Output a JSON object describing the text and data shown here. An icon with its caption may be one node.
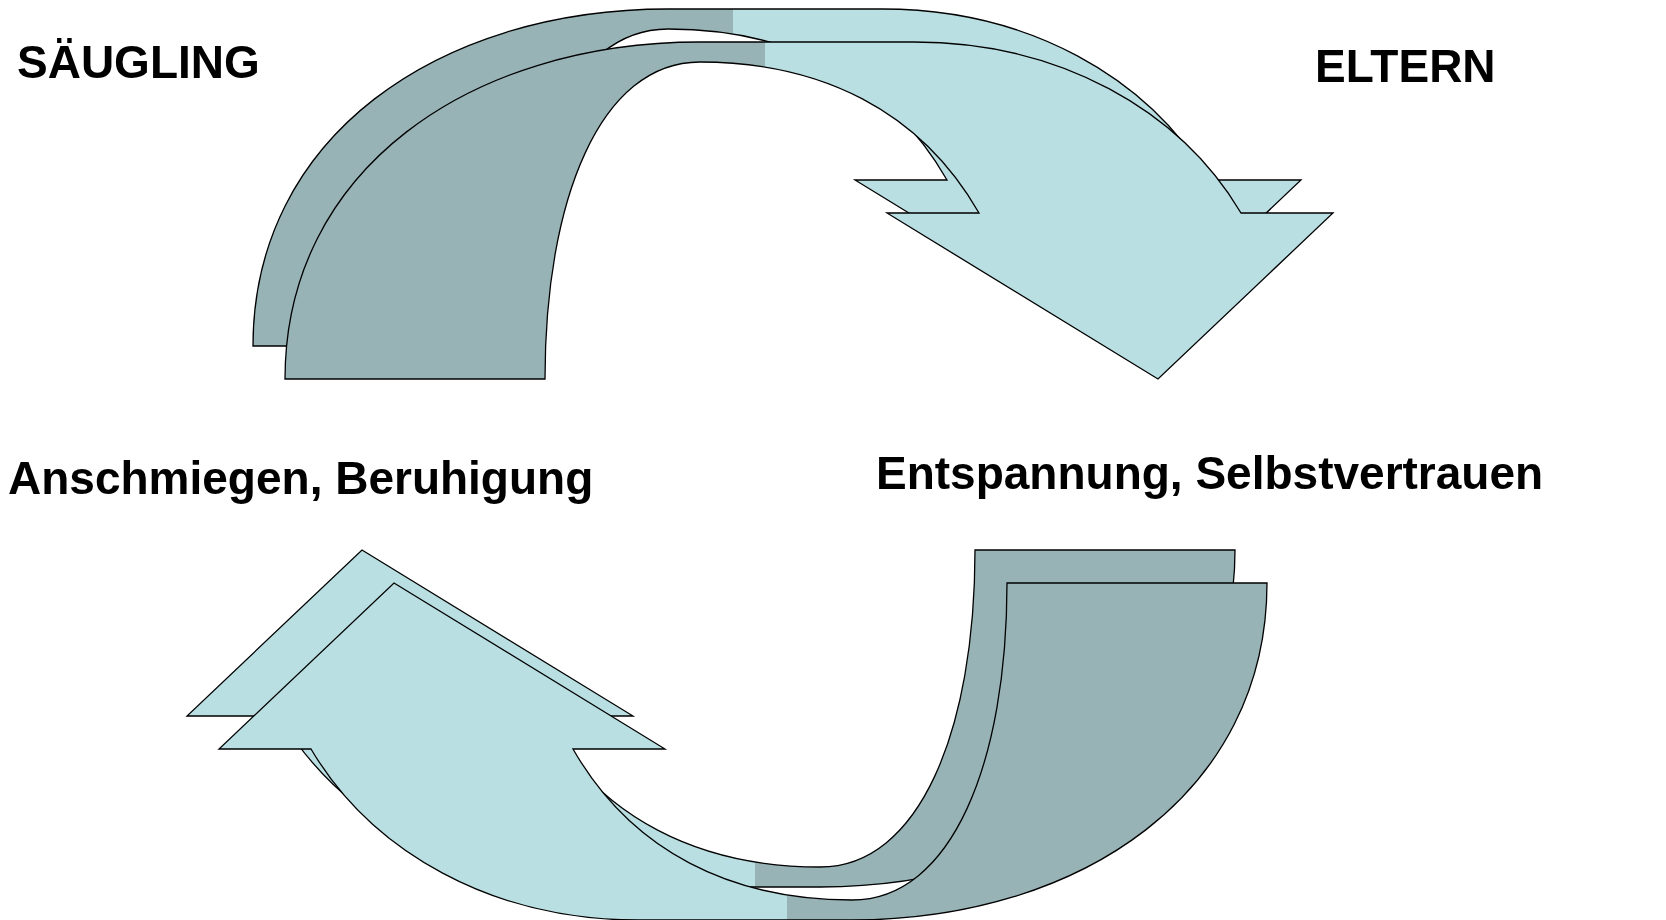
{
  "diagram": {
    "nodes": [
      {
        "text": [
          "SÄUGLING"
        ]
      },
      {
        "text": [
          "ELTERN"
        ]
      },
      {
        "text": [
          "Anschmiegen, Beruhigung"
        ]
      },
      {
        "text": [
          "Entspannung, Selbstvertrauen"
        ]
      }
    ],
    "edges": [
      {
        "from": 2,
        "to": 3,
        "arrow": "to",
        "style": "thick"
      },
      {
        "from": 3,
        "to": 2,
        "arrow": "to",
        "style": "thick"
      }
    ]
  }
}
